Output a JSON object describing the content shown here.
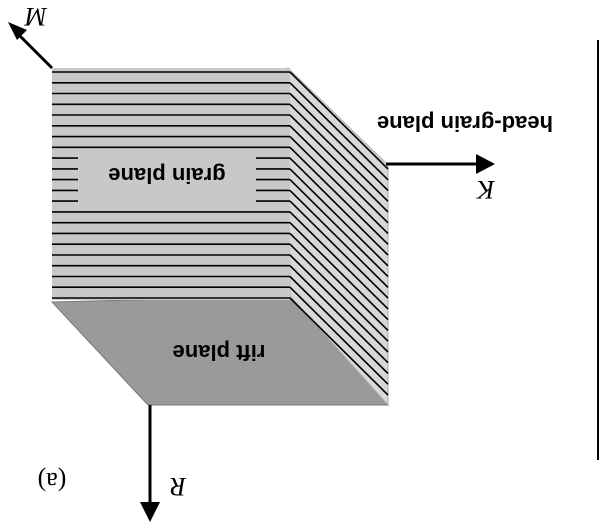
{
  "figure": {
    "panel_label": "(a)",
    "labels": {
      "top_face": "grain plane",
      "bottom_face": "rift plane",
      "side_face": "head-grain plane"
    },
    "axes": {
      "vertical_axis": "R",
      "horizontal_axis": "K",
      "diagonal_axis": "M"
    },
    "colors": {
      "front_face": "#c8c8c8",
      "bottom_face": "#9a9a9a",
      "side_face": "#d8d8d8",
      "grain_lines": "#000000",
      "background": "#ffffff"
    }
  }
}
